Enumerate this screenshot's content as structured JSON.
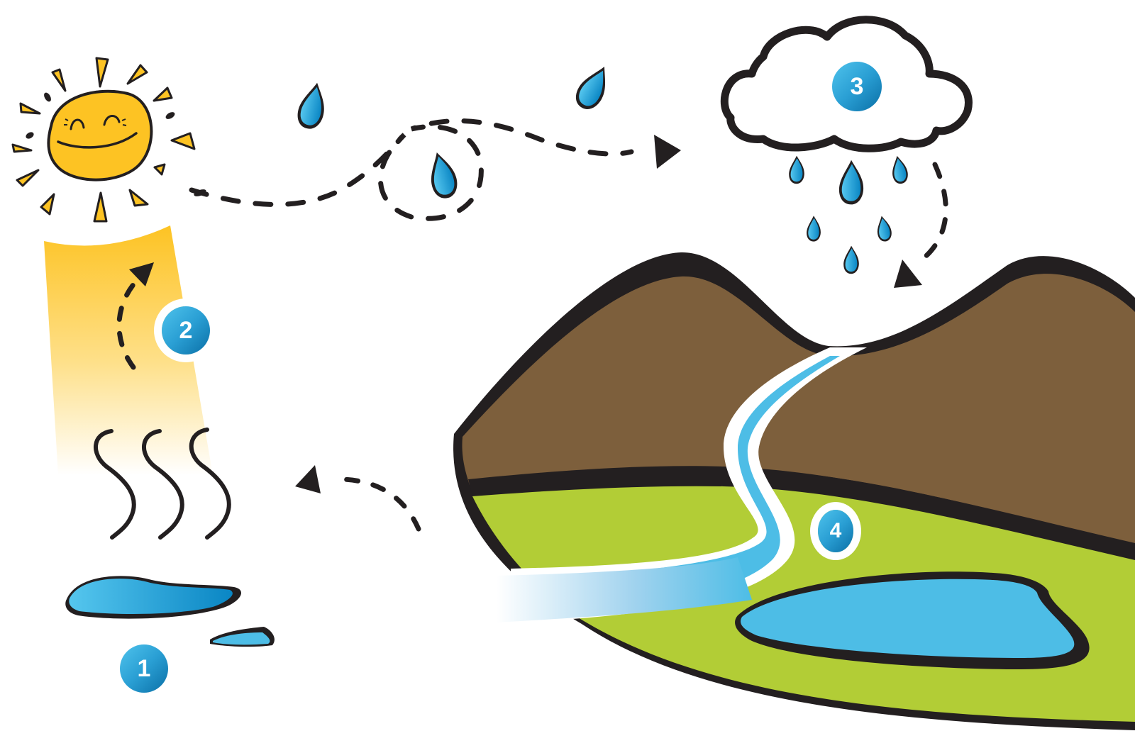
{
  "diagram": {
    "subject": "water-cycle",
    "steps": [
      {
        "number": "1",
        "label_name": "evaporation-source-puddle"
      },
      {
        "number": "2",
        "label_name": "evaporation-sunlight"
      },
      {
        "number": "3",
        "label_name": "condensation-precipitation-cloud"
      },
      {
        "number": "4",
        "label_name": "collection-runoff-river-lake"
      }
    ]
  },
  "colors": {
    "sun": "#fdc323",
    "outline": "#231f20",
    "water": "#4dbde6",
    "water_dark": "#0a86c4",
    "mountain": "#7d5f3c",
    "grass": "#b2cd36",
    "badge_light": "#4fc3ec",
    "badge_dark": "#0a6fa6",
    "background": "#ffffff"
  },
  "badges": {
    "b1": "1",
    "b2": "2",
    "b3": "3",
    "b4": "4"
  }
}
